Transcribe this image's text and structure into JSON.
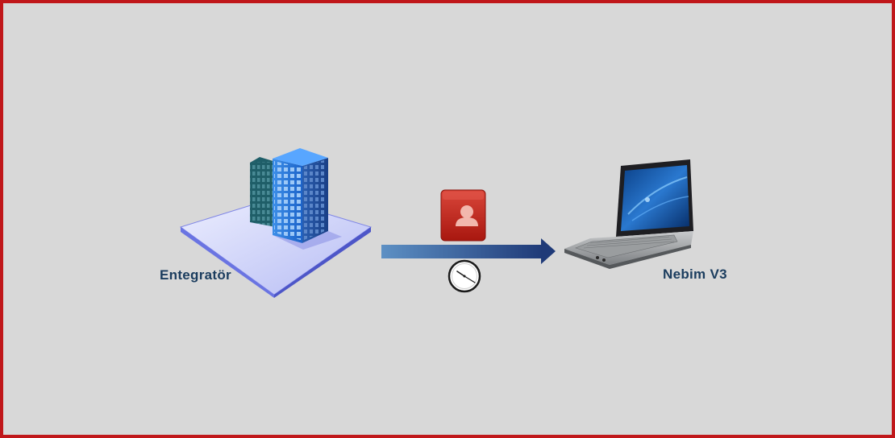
{
  "diagram": {
    "source_node": {
      "label": "Entegratör",
      "icon": "office-building-icon"
    },
    "target_node": {
      "label": "Nebim V3",
      "icon": "laptop-icon"
    },
    "connector": {
      "direction": "left-to-right",
      "icons": [
        "contact-card-icon",
        "clock-icon"
      ]
    },
    "colors": {
      "border": "#c0171a",
      "background": "#d8d8d8",
      "label_text": "#1a3c5e",
      "arrow_start": "#5a8cc0",
      "arrow_end": "#1f3a78",
      "contact_card": "#c62a20"
    }
  }
}
